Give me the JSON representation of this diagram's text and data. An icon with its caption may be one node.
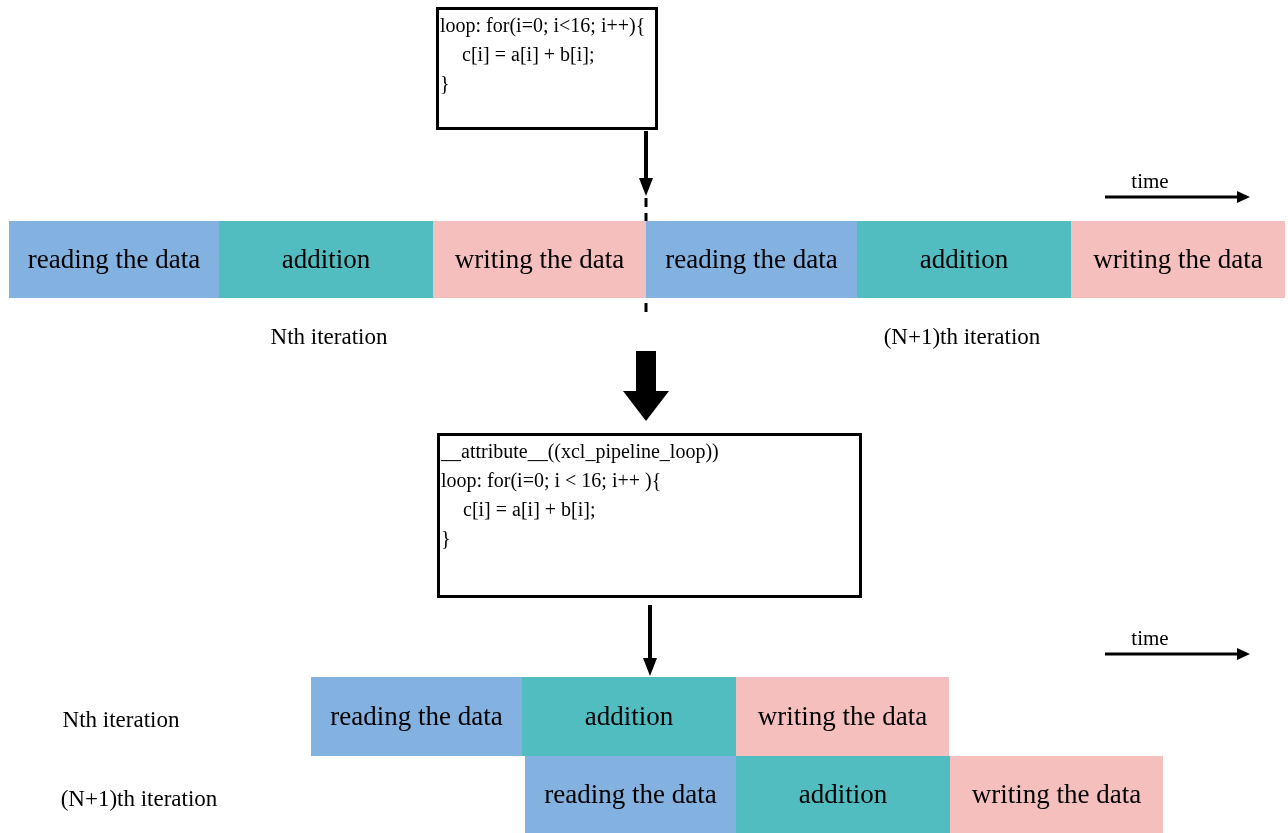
{
  "diagram": {
    "nodes": [
      {
        "text": [
          "loop: for(i=0; i<16; i++){",
          "c[i] = a[i] + b[i];",
          "}"
        ]
      },
      {
        "text": [
          "reading the data"
        ]
      },
      {
        "text": [
          "addition"
        ]
      },
      {
        "text": [
          "writing the data"
        ]
      },
      {
        "text": [
          "reading the data"
        ]
      },
      {
        "text": [
          "addition"
        ]
      },
      {
        "text": [
          "writing the data"
        ]
      },
      {
        "text": [
          "__attribute__((xcl_pipeline_loop))",
          "loop: for(i=0; i < 16; i++ ){",
          "c[i] = a[i] + b[i];",
          "}"
        ]
      },
      {
        "text": [
          "reading the data"
        ]
      },
      {
        "text": [
          "addition"
        ]
      },
      {
        "text": [
          "writing the data"
        ]
      },
      {
        "text": [
          "reading the data"
        ]
      },
      {
        "text": [
          "addition"
        ]
      },
      {
        "text": [
          "writing the data"
        ]
      }
    ],
    "edges": [
      {
        "from": 0,
        "to": null,
        "arrow": "to"
      },
      {
        "from": null,
        "to": 7,
        "arrow": "to",
        "style": "thick"
      },
      {
        "from": 7,
        "to": 9,
        "arrow": "to"
      }
    ],
    "labels": [
      "time",
      "Nth iteration",
      "(N+1)th iteration",
      "time",
      "Nth iteration",
      "(N+1)th iteration"
    ]
  }
}
